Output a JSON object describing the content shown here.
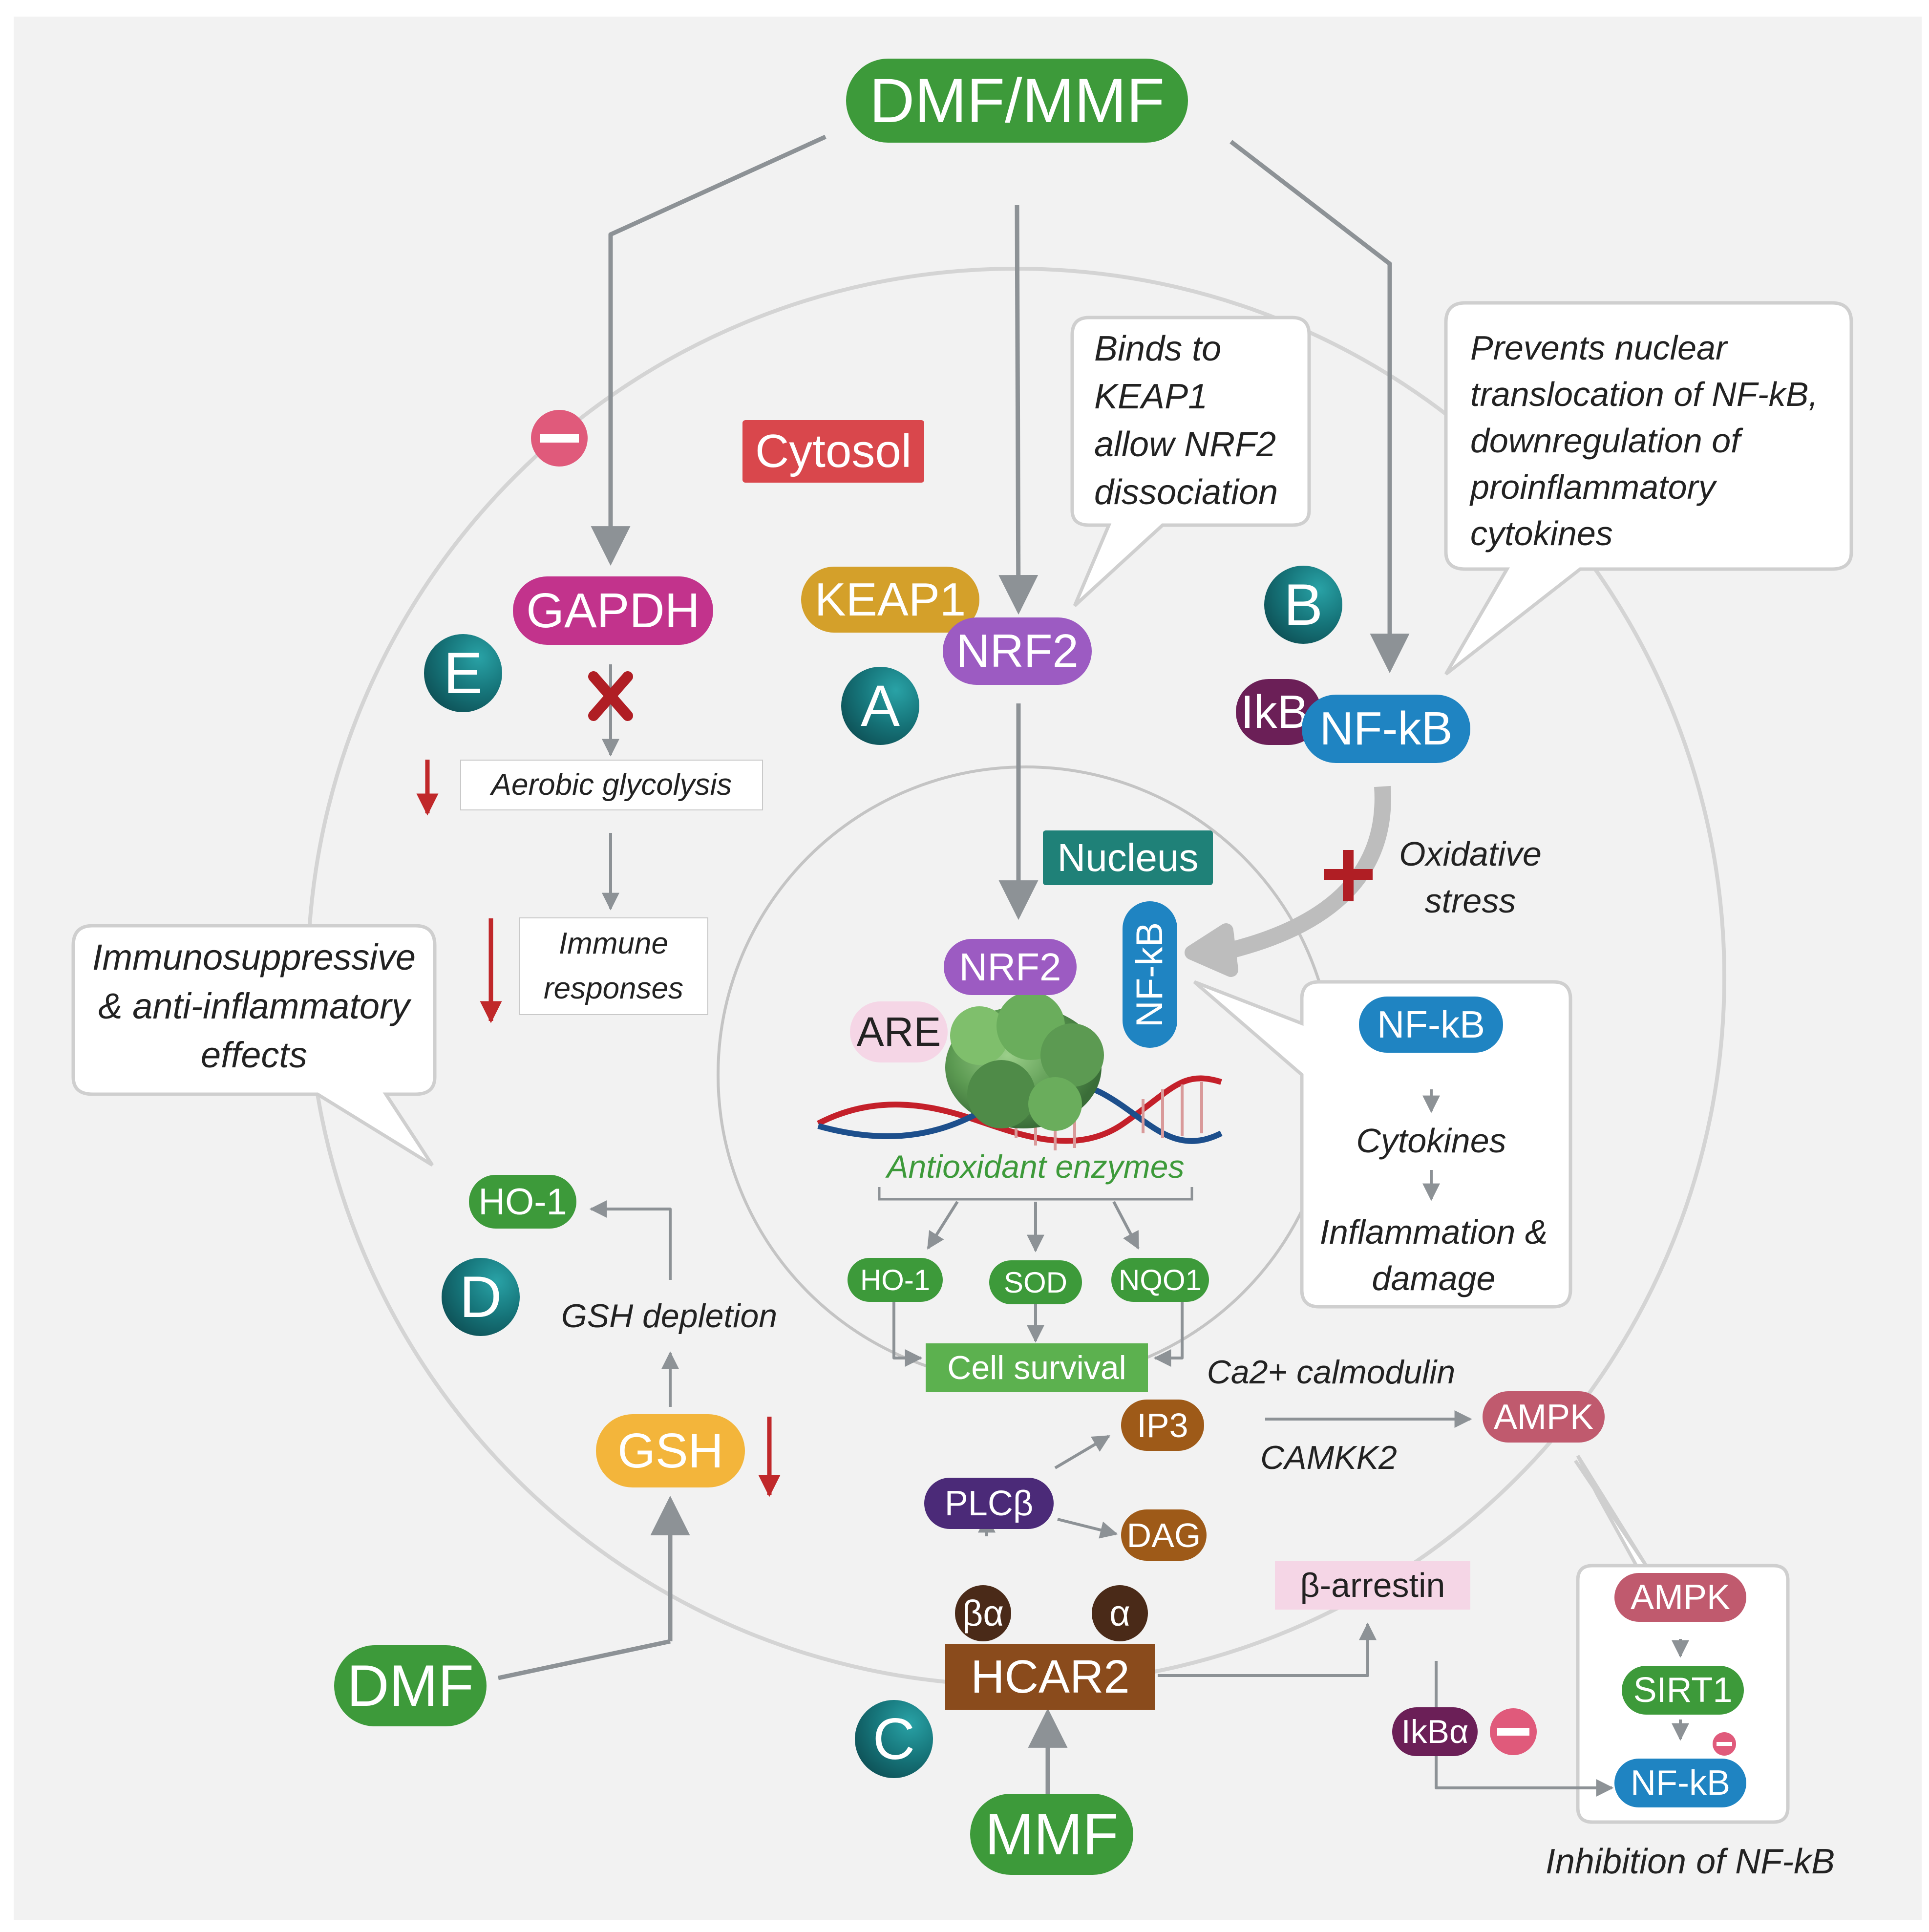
{
  "compartments": {
    "cytosol": "Cytosol",
    "nucleus": "Nucleus"
  },
  "drugs": {
    "dmf_mmf": "DMF/MMF",
    "dmf": "DMF",
    "mmf": "MMF"
  },
  "pathway_markers": {
    "a": "A",
    "b": "B",
    "c": "C",
    "d": "D",
    "e": "E"
  },
  "pathway_a": {
    "keap1": "KEAP1",
    "nrf2": "NRF2",
    "nrf2_nucleus": "NRF2",
    "are": "ARE",
    "callout": [
      "Binds to",
      "KEAP1",
      "allow NRF2",
      "dissociation"
    ],
    "antioxidant_enzymes": "Antioxidant enzymes",
    "enzymes": [
      "HO-1",
      "SOD",
      "NQO1"
    ],
    "cell_survival": "Cell survival"
  },
  "pathway_b": {
    "ikb": "IkB",
    "nfkb": "NF-kB",
    "nfkb_nucleus": "NF-kB",
    "oxidative_stress": [
      "Oxidative",
      "stress"
    ],
    "callout": [
      "Prevents nuclear",
      "translocation of  NF-kB,",
      "downregulation of",
      "proinflammatory",
      "cytokines"
    ],
    "cascade": {
      "nfkb": "NF-kB",
      "cytokines": "Cytokines",
      "inflammation": [
        "Inflammation &",
        "damage"
      ]
    }
  },
  "pathway_c": {
    "hcar2": "HCAR2",
    "beta_alpha": "βα",
    "alpha": "α",
    "plcb": "PLCβ",
    "ip3": "IP3",
    "dag": "DAG",
    "ca_calmodulin": "Ca2+ calmodulin",
    "camkk2": "CAMKK2",
    "ampk": "AMPK",
    "beta_arrestin": "β-arrestin",
    "ikba": "IkBα",
    "inhibition_box": {
      "ampk": "AMPK",
      "sirt1": "SIRT1",
      "nfkb": "NF-kB"
    },
    "inhibition_label": "Inhibition of NF-kB"
  },
  "pathway_d": {
    "ho1": "HO-1",
    "gsh": "GSH",
    "gsh_depletion": "GSH depletion"
  },
  "pathway_e": {
    "gapdh": "GAPDH",
    "aerobic_glycolysis": "Aerobic glycolysis",
    "immune_responses": [
      "Immune",
      "responses"
    ],
    "callout": [
      "Immunosuppressive",
      "& anti-inflammatory",
      "effects"
    ]
  },
  "colors": {
    "drug_green": "#3d9a3a",
    "gapdh_magenta": "#c2338c",
    "keap1_gold": "#d4a02a",
    "nrf2_purple": "#9c5bc2",
    "ikb_plum": "#6b1f57",
    "nfkb_blue": "#1f84c2",
    "cytosol_red": "#d9474c",
    "nucleus_teal": "#1f8178",
    "hcar2_brown": "#8a4b1c",
    "ampk_rose": "#c05a6e",
    "gsh_orange": "#f3b53b",
    "plc_purple": "#4b2a78",
    "ip3_brown": "#9e5a18",
    "arrestin_pink": "#f5d6e6",
    "inhibit_pink": "#e05a7b",
    "arrow_gray": "#8d9296",
    "down_red": "#c0282a"
  },
  "icons": [
    "minus-icon",
    "x-mark-icon",
    "plus-icon",
    "down-arrow-icon",
    "dna-icon",
    "protein-icon"
  ]
}
